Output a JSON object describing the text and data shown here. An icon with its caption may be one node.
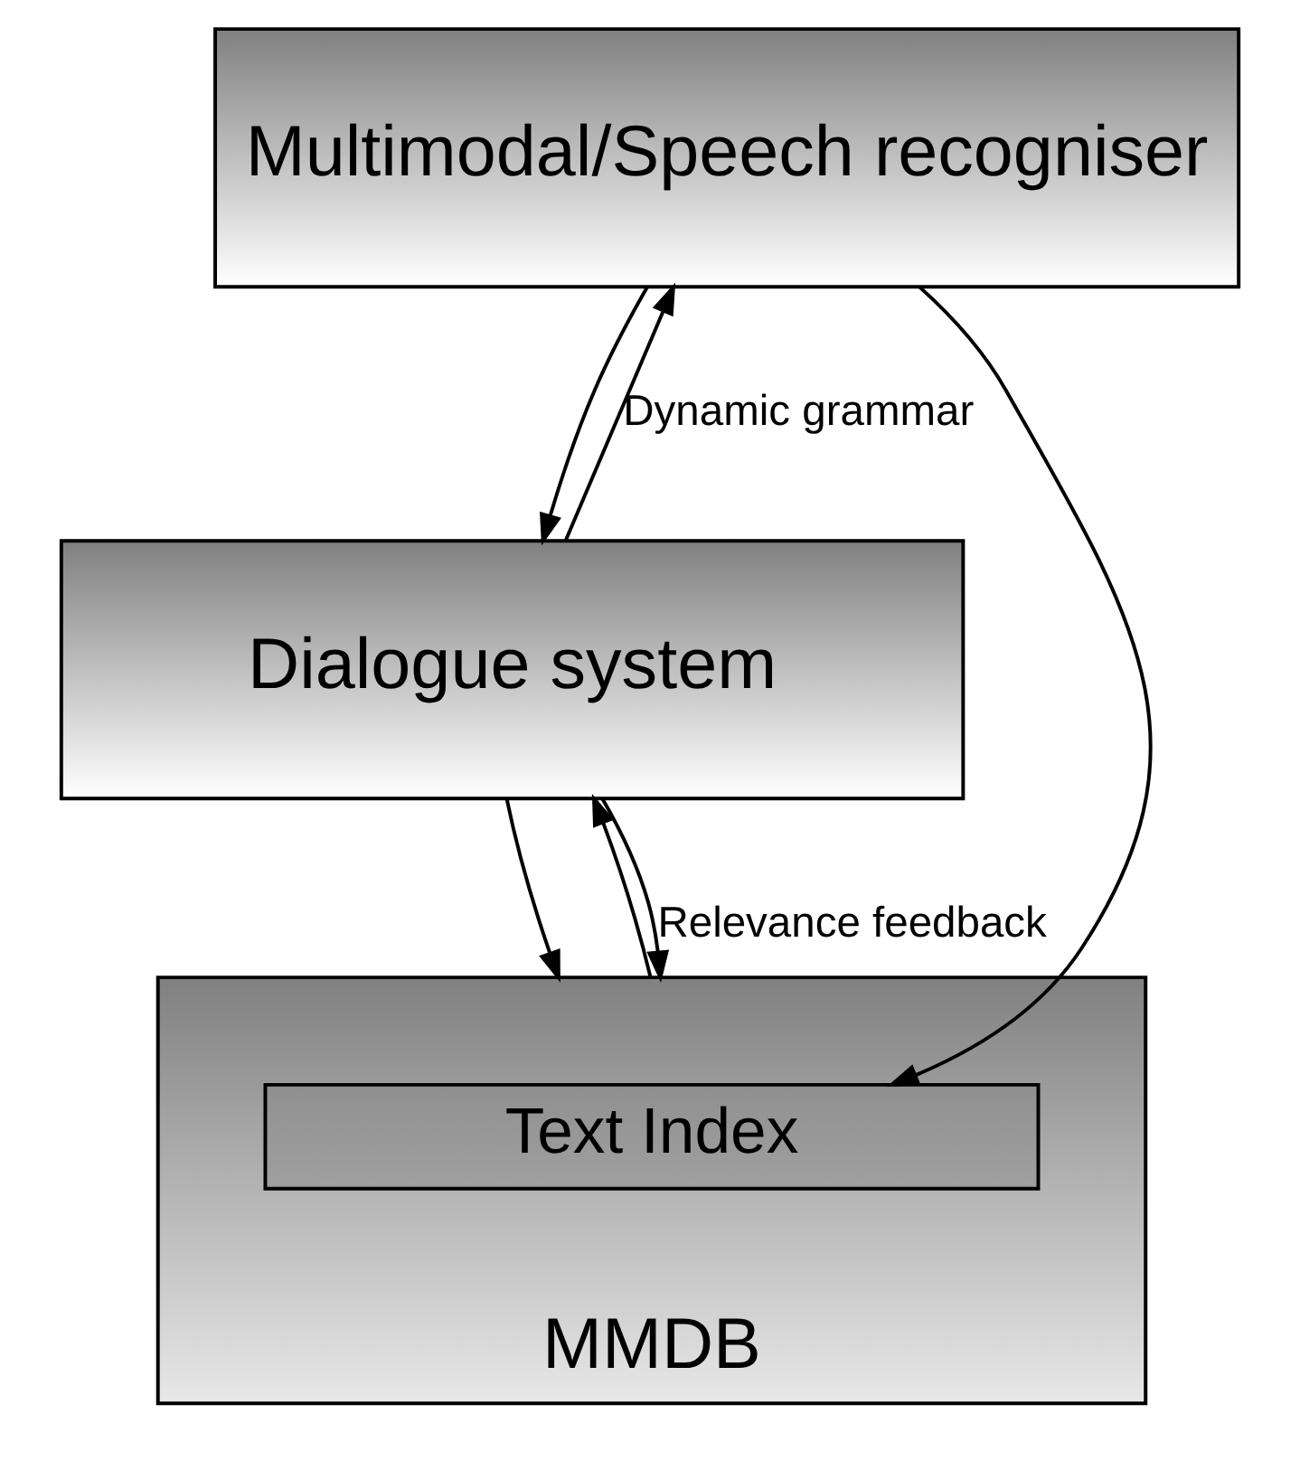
{
  "diagram": {
    "nodes": [
      {
        "text": [
          "Multimodal/Speech recogniser"
        ]
      },
      {
        "text": [
          "Dialogue system"
        ]
      },
      {
        "text": [
          "MMDB"
        ]
      },
      {
        "text": [
          "Text Index"
        ],
        "in": 2
      }
    ],
    "edges": [
      {
        "from": 0,
        "to": 1,
        "arrow": "to"
      },
      {
        "from": 1,
        "to": 0,
        "arrow": "to",
        "label": "Dynamic grammar"
      },
      {
        "from": 0,
        "to": 3,
        "arrow": "to"
      },
      {
        "from": 1,
        "to": 2,
        "arrow": "to"
      },
      {
        "from": 2,
        "to": 1,
        "arrow": "to"
      },
      {
        "from": 1,
        "to": 2,
        "arrow": "to",
        "label": "Relevance feedback"
      }
    ]
  }
}
